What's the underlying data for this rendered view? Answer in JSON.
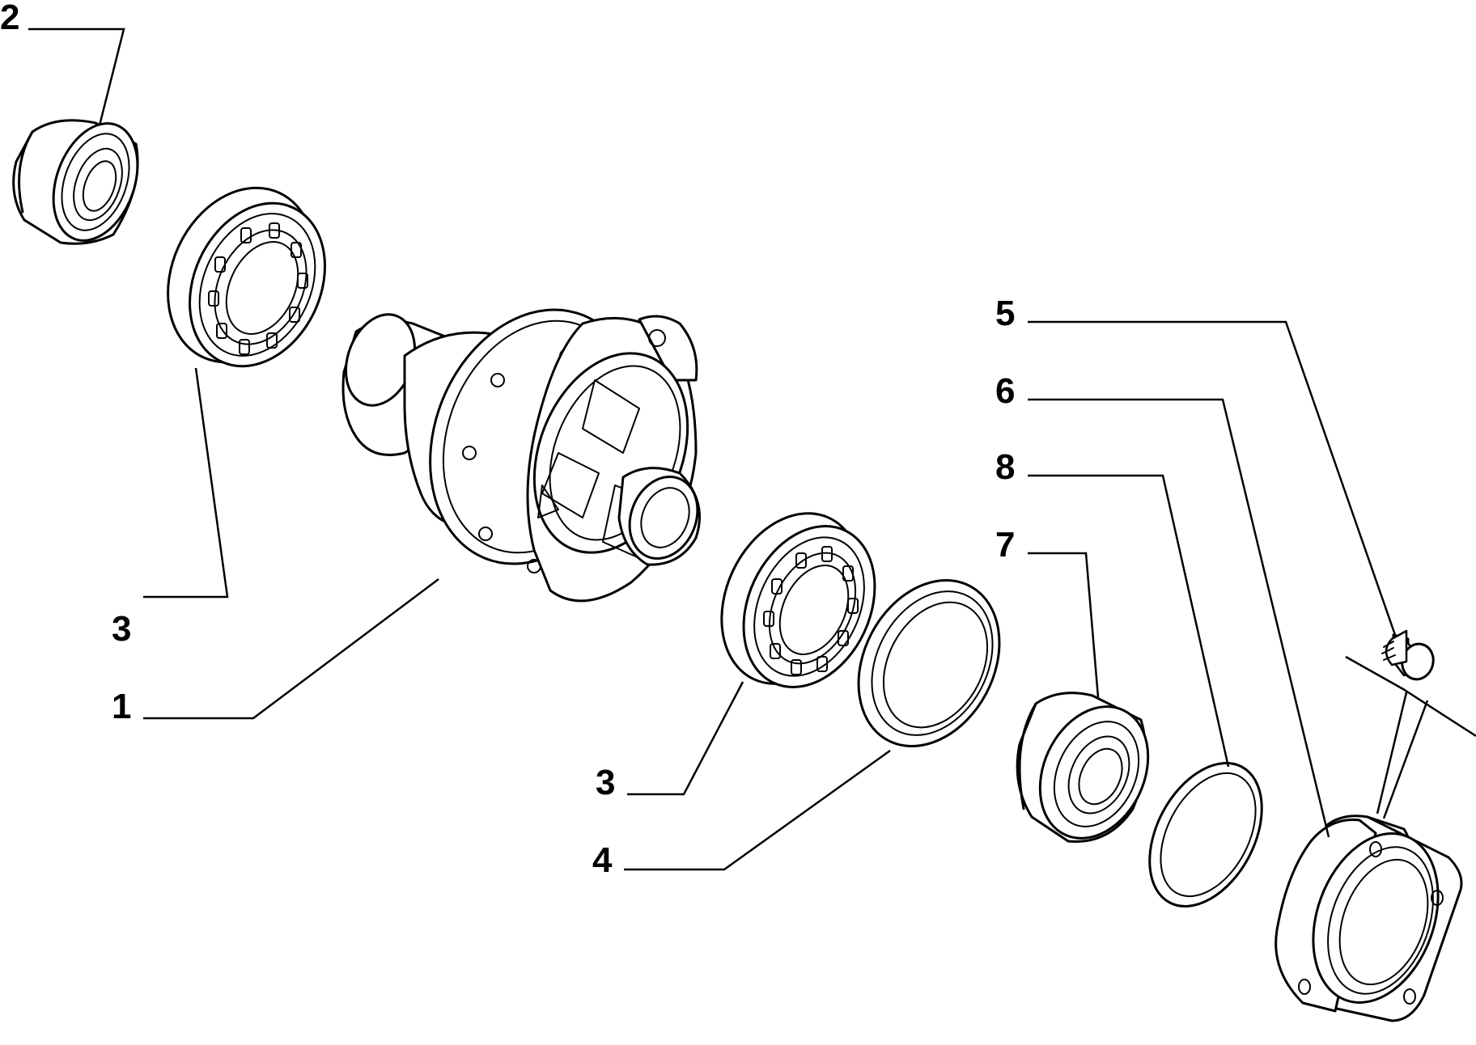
{
  "callouts": {
    "c2": "2",
    "c3_top": "3",
    "c1": "1",
    "c3_bottom": "3",
    "c4": "4",
    "c5": "5",
    "c6": "6",
    "c8": "8",
    "c7": "7"
  }
}
